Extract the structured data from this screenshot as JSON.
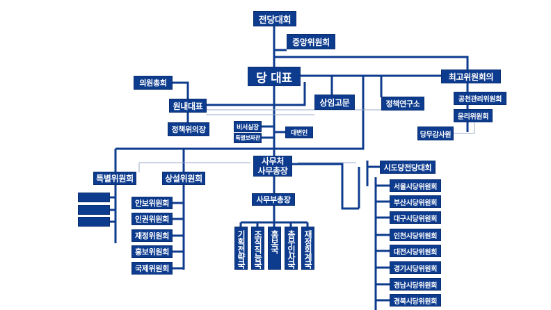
{
  "nodes": {
    "convention": "전당대회",
    "central_committee": "중앙위원회",
    "party_leader": "당 대표",
    "supreme_council": "최고위원회의",
    "general_assembly": "의원총회",
    "floor_leader": "원내대표",
    "policy_committee_chair": "정책위의장",
    "standing_adviser": "상임고문",
    "policy_institute": "정책연구소",
    "nomination_committee": "공천관리위원회",
    "ethics_committee": "윤리위원회",
    "audit_office": "당무감사원",
    "chief_of_staff": "비서실장",
    "special_aide": "특별보좌관",
    "spokesperson": "대변인",
    "secretariat": "사무처",
    "secretary_general": "사무총장",
    "deputy_secretary_general": "사무부총장",
    "special_committee": "특별위원회",
    "standing_committee": "상설위원회",
    "provincial_council": "시도당전당대회"
  },
  "standing_committees": [
    "안보위원회",
    "인권위원회",
    "재정위원회",
    "홍보위원회",
    "국제위원회"
  ],
  "departments": [
    "기획전략국",
    "조직직능국",
    "홍보국",
    "총무인사국",
    "재정회계국"
  ],
  "provincial_parties": [
    "서울시당위원회",
    "부산시당위원회",
    "대구시당위원회",
    "인천시당위원회",
    "대전시당위원회",
    "경기시당위원회",
    "경남시당위원회",
    "경북시당위원회"
  ],
  "colors": {
    "box": "#0d3b8e",
    "line": "#0d3b8e",
    "thin_line": "#9aa9c9"
  }
}
